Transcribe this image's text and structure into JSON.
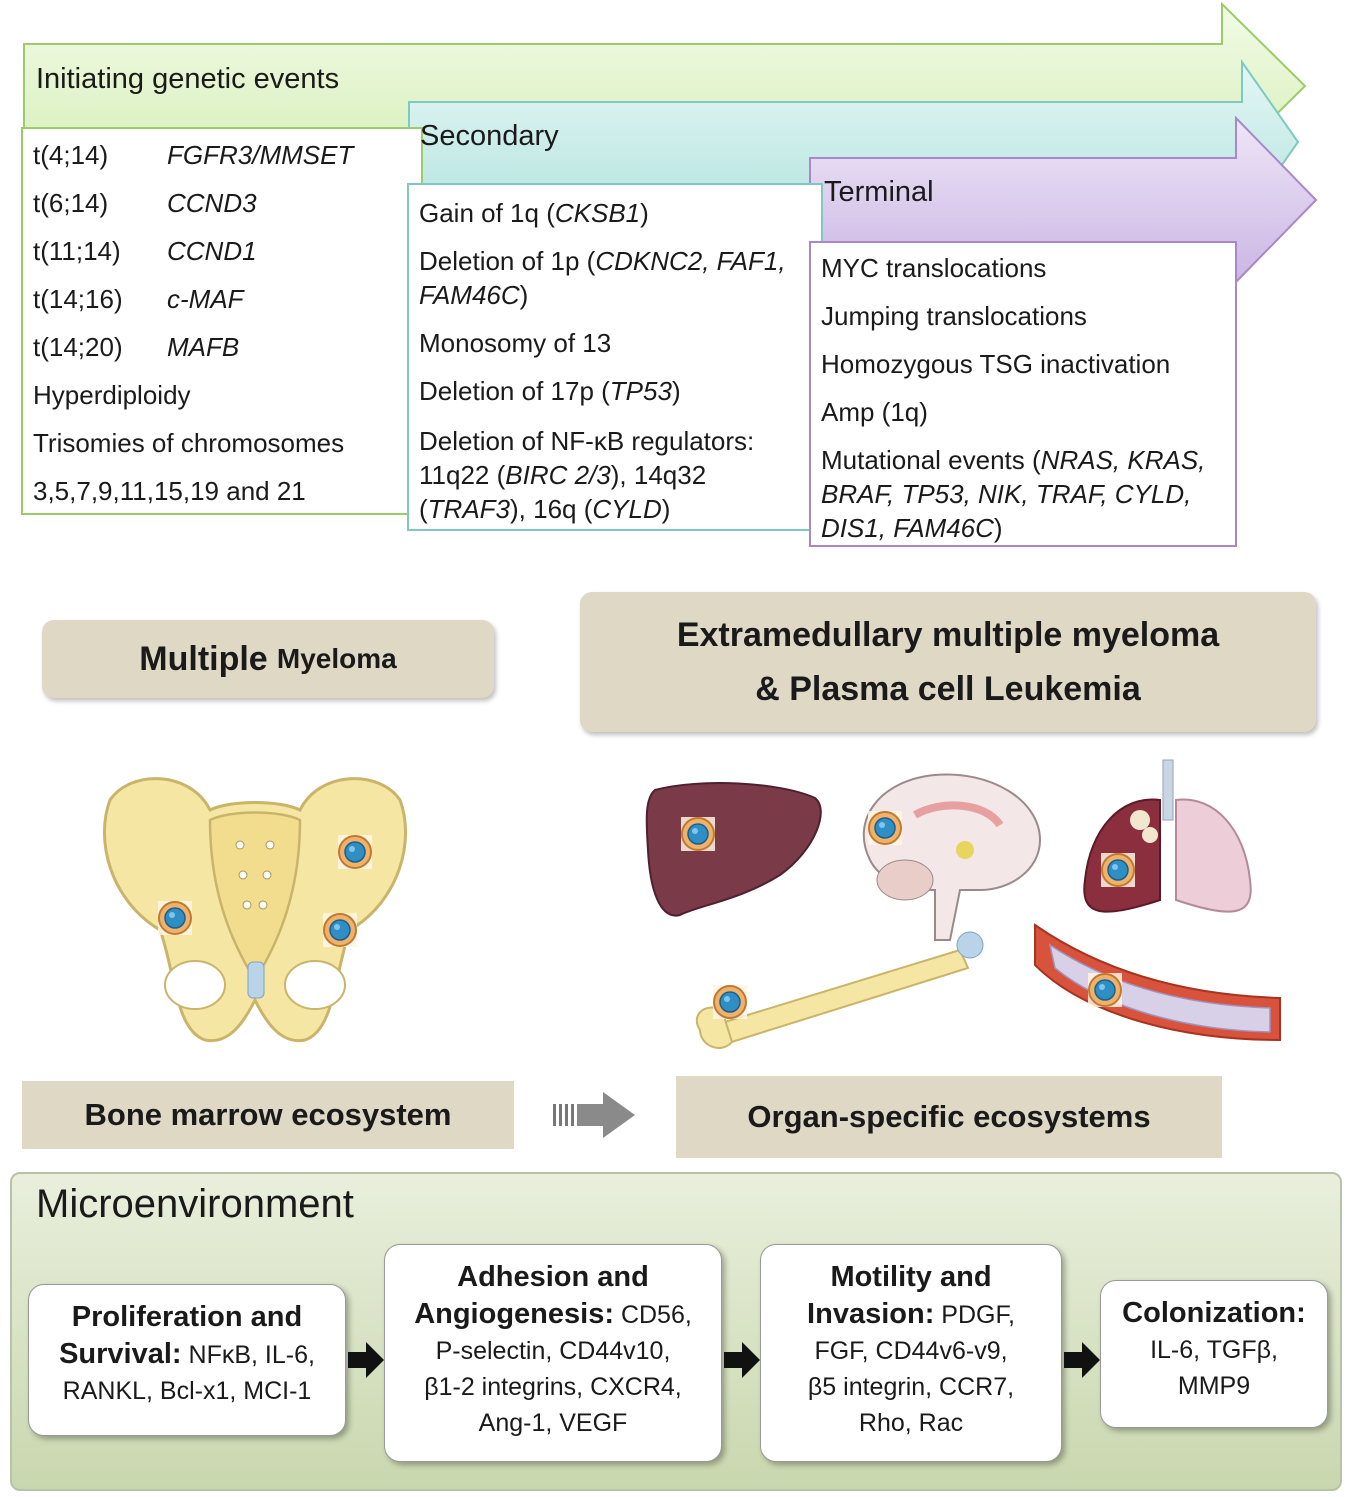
{
  "timeline": {
    "initiating": {
      "title": "Initiating genetic events",
      "items": [
        {
          "translocation": "t(4;14)",
          "gene": "FGFR3/MMSET"
        },
        {
          "translocation": "t(6;14)",
          "gene": "CCND3"
        },
        {
          "translocation": "t(11;14)",
          "gene": "CCND1"
        },
        {
          "translocation": "t(14;16)",
          "gene": "c-MAF"
        },
        {
          "translocation": "t(14;20)",
          "gene": "MAFB"
        }
      ],
      "hyperdiploidy": "Hyperdiploidy",
      "trisomies_line1": "Trisomies of chromosomes",
      "trisomies_line2": "3,5,7,9,11,15,19 and 21"
    },
    "secondary": {
      "title": "Secondary",
      "gain_prefix": "Gain of 1q (",
      "gain_gene": "CKSB1",
      "gain_suffix": ")",
      "del1p_prefix": "Deletion of 1p (",
      "del1p_genes": "CDKNC2, FAF1,",
      "del1p_genes2": "FAM46C",
      "del1p_suffix": ")",
      "monosomy": "Monosomy  of 13",
      "del17p_prefix": "Deletion of 17p (",
      "del17p_gene": "TP53",
      "del17p_suffix": ")",
      "nfkb_line1": "Deletion of NF-κB regulators:",
      "nfkb_l2_a": "11q22 (",
      "nfkb_l2_gene": "BIRC 2/3",
      "nfkb_l2_b": "), 14q32",
      "nfkb_l3_a": "(",
      "nfkb_l3_gene1": "TRAF3",
      "nfkb_l3_b": "),  16q (",
      "nfkb_l3_gene2": "CYLD",
      "nfkb_l3_c": ")"
    },
    "terminal": {
      "title": "Terminal",
      "myc": "MYC translocations",
      "jumping": "Jumping translocations",
      "tsg": "Homozygous TSG inactivation",
      "amp": "Amp (1q)",
      "mut_prefix": "Mutational events (",
      "mut_genes1": "NRAS, KRAS,",
      "mut_genes2": "BRAF, TP53, NIK, TRAF, CYLD,",
      "mut_genes3": "DIS1, FAM46C",
      "mut_suffix": ")"
    }
  },
  "labels": {
    "mm_bold": "Multiple",
    "mm_rest": "Myeloma",
    "emm_line1": "Extramedullary multiple myeloma",
    "emm_line2": "& Plasma cell Leukemia",
    "bone_marrow": "Bone marrow ecosystem",
    "organ_specific": "Organ-specific ecosystems"
  },
  "microenvironment": {
    "title": "Microenvironment",
    "cards": [
      {
        "head1": "Proliferation  and",
        "head2": "Survival:",
        "inline": " NFκB, IL-6,",
        "lines": [
          "RANKL, Bcl-x1, MCI-1"
        ]
      },
      {
        "head1": "Adhesion and",
        "head2": "Angiogenesis:",
        "inline": " CD56,",
        "lines": [
          "P-selectin, CD44v10,",
          "β1-2 integrins, CXCR4,",
          "Ang-1, VEGF"
        ]
      },
      {
        "head1": "Motility and",
        "head2": "Invasion:",
        "inline": " PDGF,",
        "lines": [
          "FGF, CD44v6-v9,",
          "β5 integrin, CCR7,",
          "Rho, Rac"
        ]
      },
      {
        "head1": "Colonization:",
        "head2": "",
        "inline": "",
        "lines": [
          "IL-6, TGFβ,",
          "MMP9"
        ]
      }
    ]
  },
  "colors": {
    "initiating_arrow": "#e3f4cd",
    "secondary_arrow": "#c9ece8",
    "terminal_arrow": "#dccdec",
    "label_box": "#ded8c4",
    "micro_top": "#e9efdc",
    "micro_bottom": "#c9d7ae"
  }
}
